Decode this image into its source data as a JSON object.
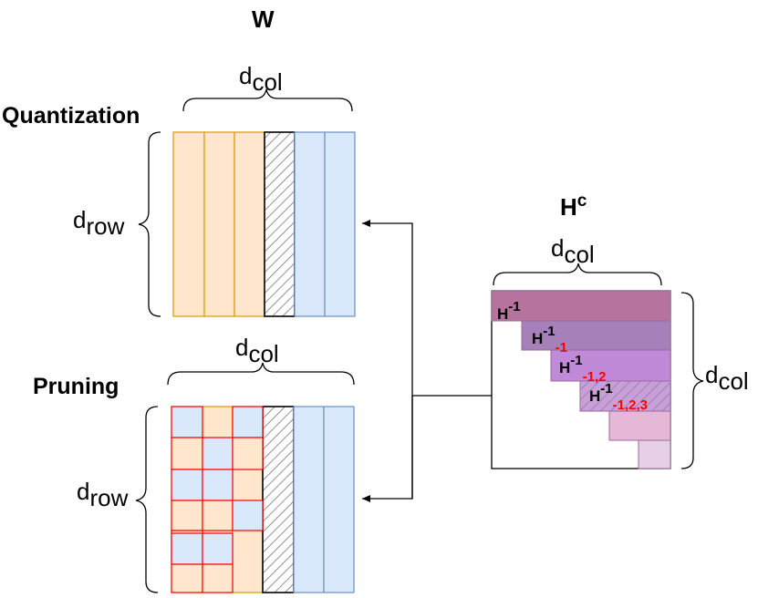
{
  "weight_title": "W",
  "quantization_label": "Quantization",
  "pruning_label": "Pruning",
  "d_letter": "d",
  "col_sub": "col",
  "row_sub": "row",
  "hessian_title_base": "H",
  "hessian_title_sup": "c",
  "h_base": "H",
  "h_sup": "-1",
  "h_red_suffixes": [
    "",
    "-1",
    "-1,2",
    "-1,2,3"
  ],
  "colors": {
    "orange_fill": "#ffe6cc",
    "orange_stroke": "#d79b00",
    "blue_fill": "#dae8fc",
    "blue_stroke": "#6c8ebf",
    "red_stroke": "#ff0000",
    "purple_levels": [
      "#b5739d",
      "#a680b8",
      "#c08ad8",
      "#c7a0d8",
      "#e6b8d8",
      "#e6d0e8"
    ]
  }
}
